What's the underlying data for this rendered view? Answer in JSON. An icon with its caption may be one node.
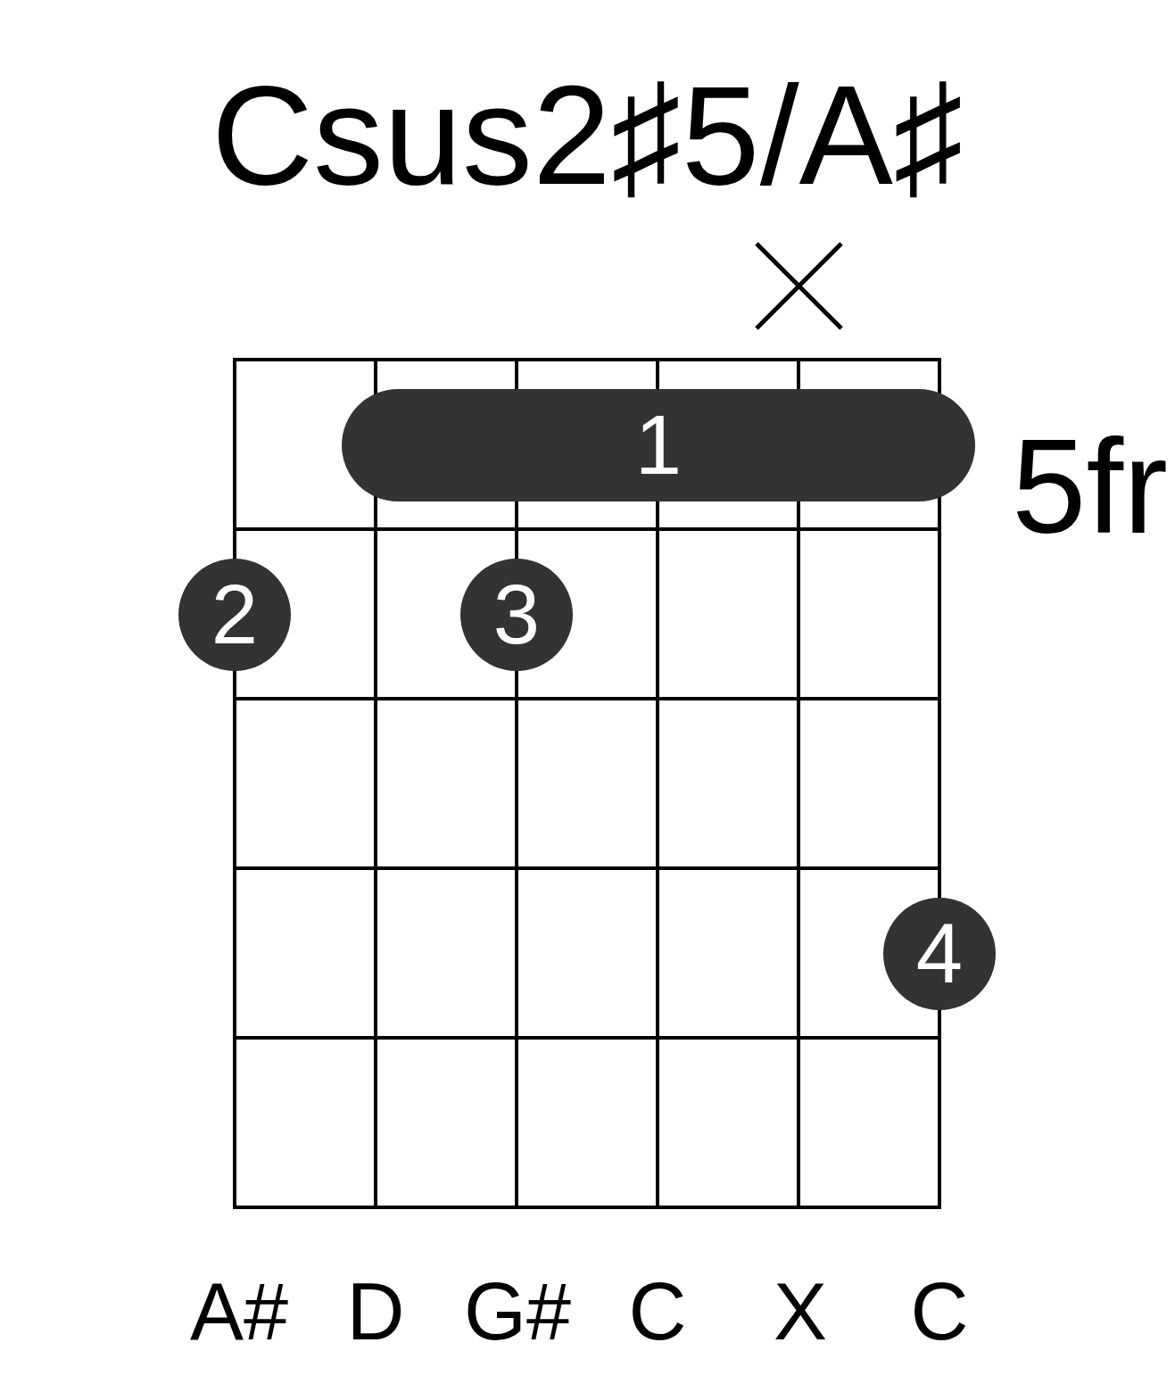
{
  "diagram": {
    "title": "Csus2♯5/A♯",
    "nodes": [
      {
        "text": [
          "1"
        ]
      },
      {
        "text": [
          "2"
        ]
      },
      {
        "text": [
          "3"
        ]
      },
      {
        "text": [
          "4"
        ]
      }
    ],
    "edges": [],
    "labels": [
      "5fr",
      "A#",
      "D",
      "G#",
      "C",
      "X",
      "C"
    ]
  }
}
